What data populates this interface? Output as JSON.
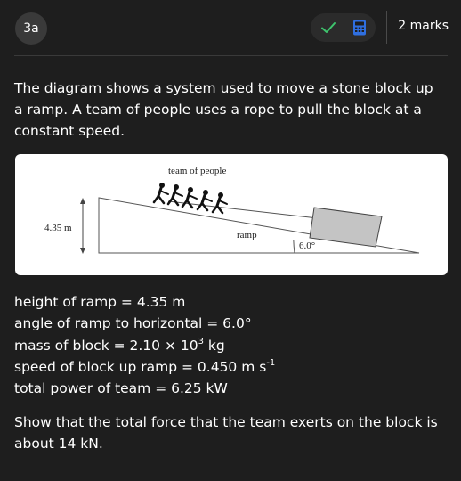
{
  "header": {
    "question_label": "3a",
    "marks_label": "2 marks",
    "icons": [
      "check-icon",
      "calculator-icon"
    ],
    "accent_color": "#3ec46d",
    "calculator_color": "#2f6fe0"
  },
  "question": {
    "intro": "The diagram shows a system used to move a stone block up a ramp. A team of people uses a rope to pull the block at a constant speed.",
    "prompt": "Show that the total force that the team exerts on the block is about 14 kN."
  },
  "diagram": {
    "team_label": "team of people",
    "height_label": "4.35 m",
    "ramp_label": "ramp",
    "angle_label": "6.0°"
  },
  "data_lines": [
    {
      "text": "height of ramp = 4.35 m"
    },
    {
      "text": "angle of ramp to horizontal = 6.0°"
    },
    {
      "pre": "mass of block = 2.10 × 10",
      "sup": "3",
      "post": " kg"
    },
    {
      "pre": "speed of block up ramp = 0.450 m s",
      "sup": "-1",
      "post": ""
    },
    {
      "text": "total power of team = 6.25 kW"
    }
  ]
}
